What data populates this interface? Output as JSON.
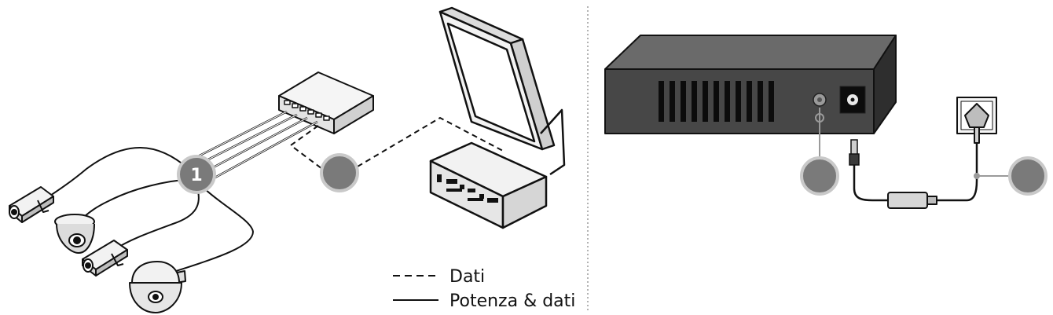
{
  "legend": {
    "data_label": "Dati",
    "power_data_label": "Potenza & dati"
  },
  "badges": {
    "switch_poe_number": "1"
  },
  "colors": {
    "line": "#111111",
    "badge_fill": "#7a7a7a",
    "badge_ring": "#c9c9c9",
    "device_dark": "#3f3f3f",
    "device_light": "#f2f2f2",
    "divider": "#9a9a9a"
  }
}
